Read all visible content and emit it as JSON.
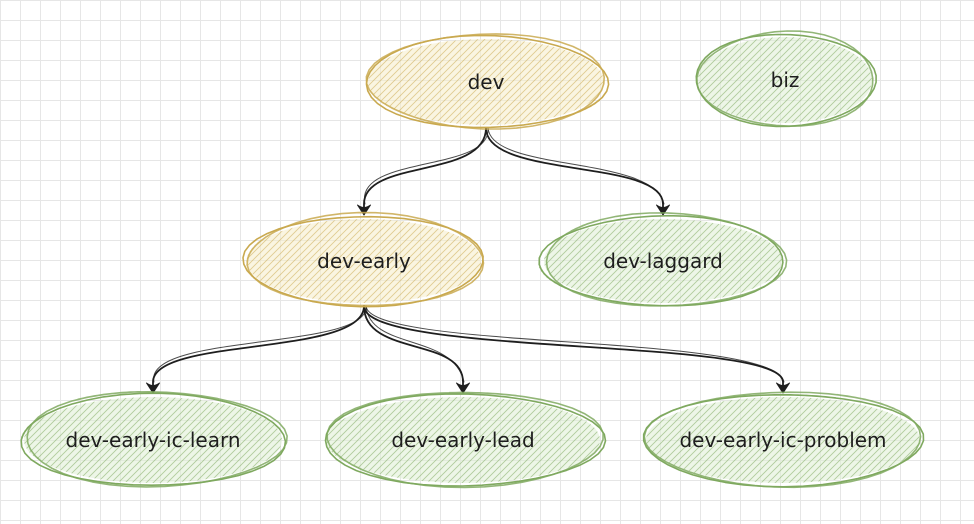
{
  "colors": {
    "yellow_stroke": "#c9a94f",
    "yellow_fill": "#f6ecc9",
    "green_stroke": "#7fa95f",
    "green_fill": "#dfeed4",
    "edge": "#1e1e1e",
    "grid": "#e6e6e6"
  },
  "nodes": [
    {
      "id": "dev",
      "label": "dev",
      "style": "yellow"
    },
    {
      "id": "biz",
      "label": "biz",
      "style": "green"
    },
    {
      "id": "dev-early",
      "label": "dev-early",
      "style": "yellow"
    },
    {
      "id": "dev-laggard",
      "label": "dev-laggard",
      "style": "green"
    },
    {
      "id": "dev-early-ic-learn",
      "label": "dev-early-ic-learn",
      "style": "green"
    },
    {
      "id": "dev-early-lead",
      "label": "dev-early-lead",
      "style": "green"
    },
    {
      "id": "dev-early-ic-problem",
      "label": "dev-early-ic-problem",
      "style": "green"
    }
  ],
  "edges": [
    {
      "from": "dev",
      "to": "dev-early"
    },
    {
      "from": "dev",
      "to": "dev-laggard"
    },
    {
      "from": "dev-early",
      "to": "dev-early-ic-learn"
    },
    {
      "from": "dev-early",
      "to": "dev-early-lead"
    },
    {
      "from": "dev-early",
      "to": "dev-early-ic-problem"
    }
  ]
}
